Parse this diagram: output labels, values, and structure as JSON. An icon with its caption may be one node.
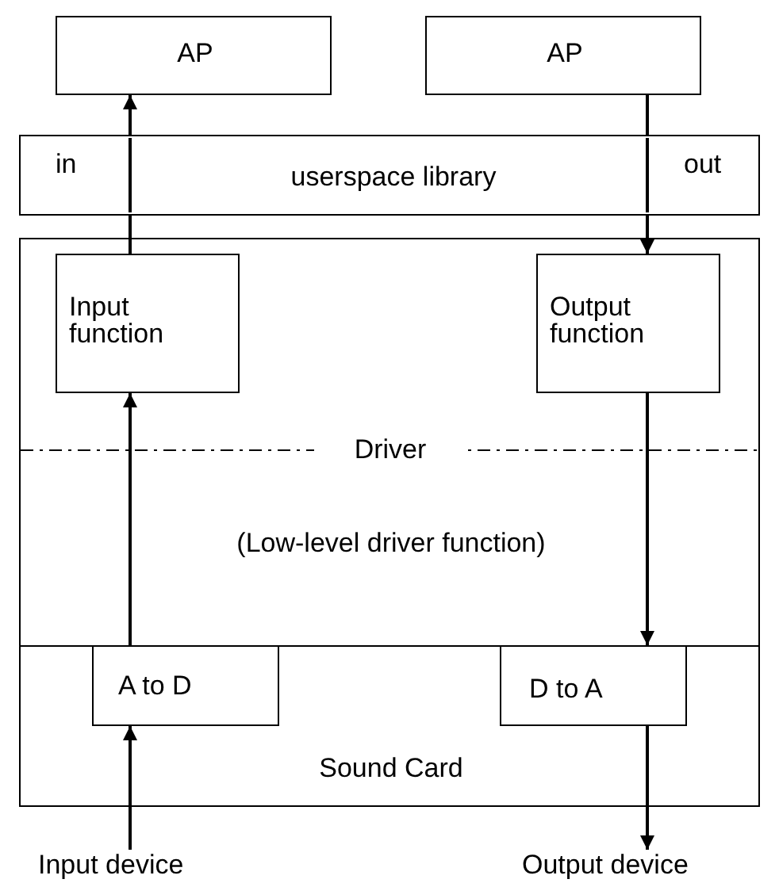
{
  "diagram": {
    "nodes": [
      {
        "text": [
          "AP"
        ]
      },
      {
        "text": [
          "AP"
        ]
      },
      {
        "text": [
          "in",
          "userspace library",
          "out"
        ]
      },
      {
        "text": [
          "Driver",
          "(Low-level driver function)"
        ]
      },
      {
        "text": [
          "Input function"
        ],
        "in": 3
      },
      {
        "text": [
          "Output function"
        ],
        "in": 3
      },
      {
        "text": [
          "Sound Card"
        ]
      },
      {
        "text": [
          "A to D"
        ],
        "in": 6
      },
      {
        "text": [
          "D to A"
        ],
        "in": 6
      },
      {
        "text": [
          "Input device"
        ]
      },
      {
        "text": [
          "Output device"
        ]
      }
    ],
    "edges": [
      {
        "from": 4,
        "to": 2,
        "arrow": "none"
      },
      {
        "from": 2,
        "to": 0,
        "arrow": "to"
      },
      {
        "from": 1,
        "to": 2,
        "arrow": "none"
      },
      {
        "from": 2,
        "to": 5,
        "arrow": "to"
      },
      {
        "from": 7,
        "to": 4,
        "arrow": "to"
      },
      {
        "from": 5,
        "to": 8,
        "arrow": "to"
      },
      {
        "from": 9,
        "to": 7,
        "arrow": "to"
      },
      {
        "from": 8,
        "to": 10,
        "arrow": "to"
      }
    ]
  }
}
